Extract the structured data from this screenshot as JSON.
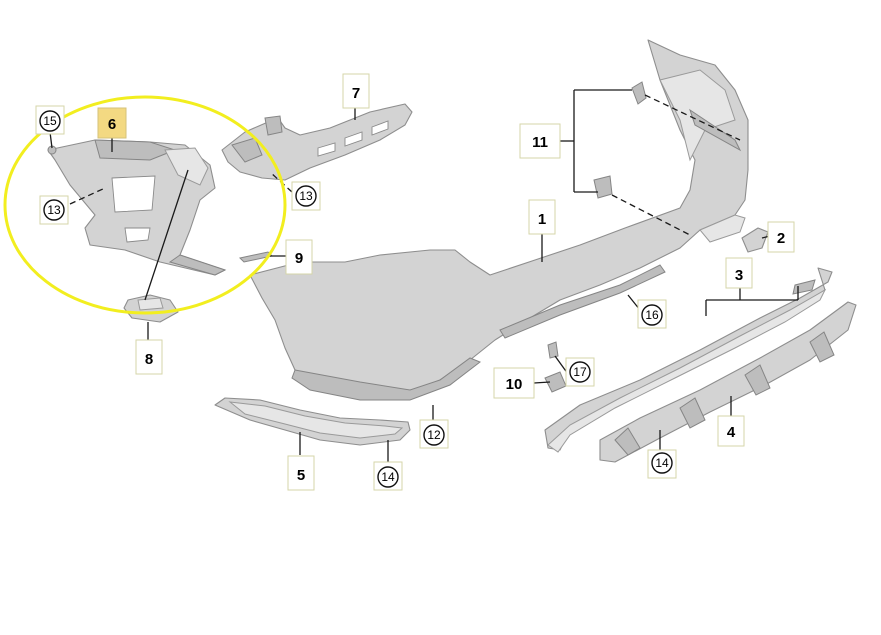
{
  "highlight_color": "#f2ee1f",
  "labels": {
    "p1": "1",
    "p2": "2",
    "p3": "3",
    "p4": "4",
    "p5": "5",
    "p6": "6",
    "p7": "7",
    "p8": "8",
    "p9": "9",
    "p10": "10",
    "p11": "11",
    "p12": "12",
    "p13a": "13",
    "p13b": "13",
    "p14a": "14",
    "p14b": "14",
    "p15": "15",
    "p16": "16",
    "p17": "17"
  }
}
